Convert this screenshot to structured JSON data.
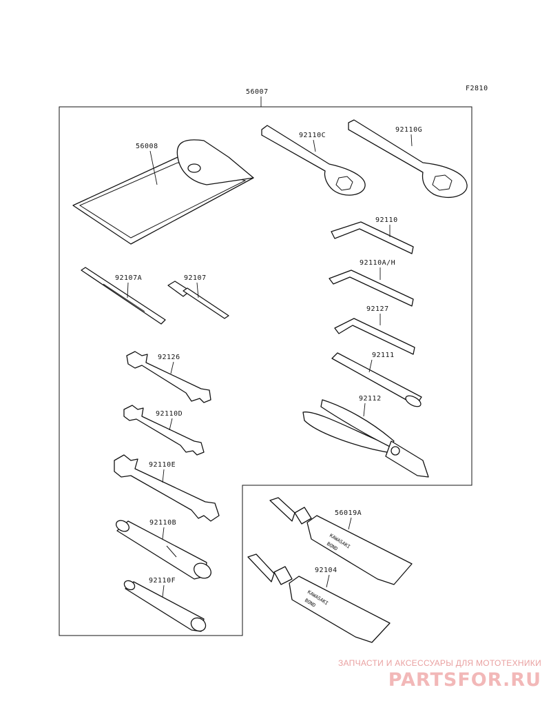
{
  "figure_code": "F2810",
  "assembly_label": "56007",
  "parts": {
    "p56008": "56008",
    "p92110C": "92110C",
    "p92110G": "92110G",
    "p92110": "92110",
    "p92110AH": "92110A/H",
    "p92127": "92127",
    "p92111": "92111",
    "p92112": "92112",
    "p92107A": "92107A",
    "p92107": "92107",
    "p92126": "92126",
    "p92110D": "92110D",
    "p92110E": "92110E",
    "p92110B": "92110B",
    "p92110F": "92110F",
    "p56019A": "56019A",
    "p92104": "92104"
  },
  "tube_print": {
    "brand": "KAWASAKI",
    "product": "BOND"
  },
  "watermark": {
    "tagline": "ЗАПЧАСТИ И АКСЕССУАРЫ ДЛЯ МОТОТЕХНИКИ",
    "logo": "PARTSFOR.RU"
  }
}
